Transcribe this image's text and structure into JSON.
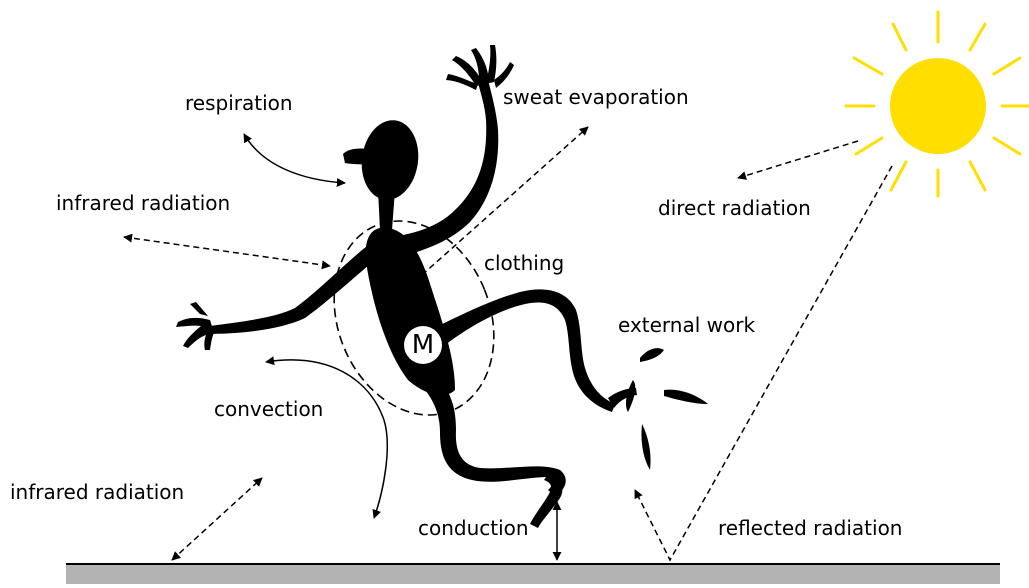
{
  "diagram": {
    "labels": {
      "respiration": "respiration",
      "sweat_evaporation": "sweat evaporation",
      "infrared_radiation_upper": "infrared radiation",
      "direct_radiation": "direct radiation",
      "clothing": "clothing",
      "external_work": "external work",
      "convection": "convection",
      "infrared_radiation_lower": "infrared radiation",
      "conduction": "conduction",
      "reflected_radiation": "reflected radiation",
      "metabolism": "M"
    },
    "colors": {
      "sun": "#FFDE00",
      "ground": "#B3B3B3",
      "figure": "#000000",
      "lines": "#000000"
    }
  }
}
